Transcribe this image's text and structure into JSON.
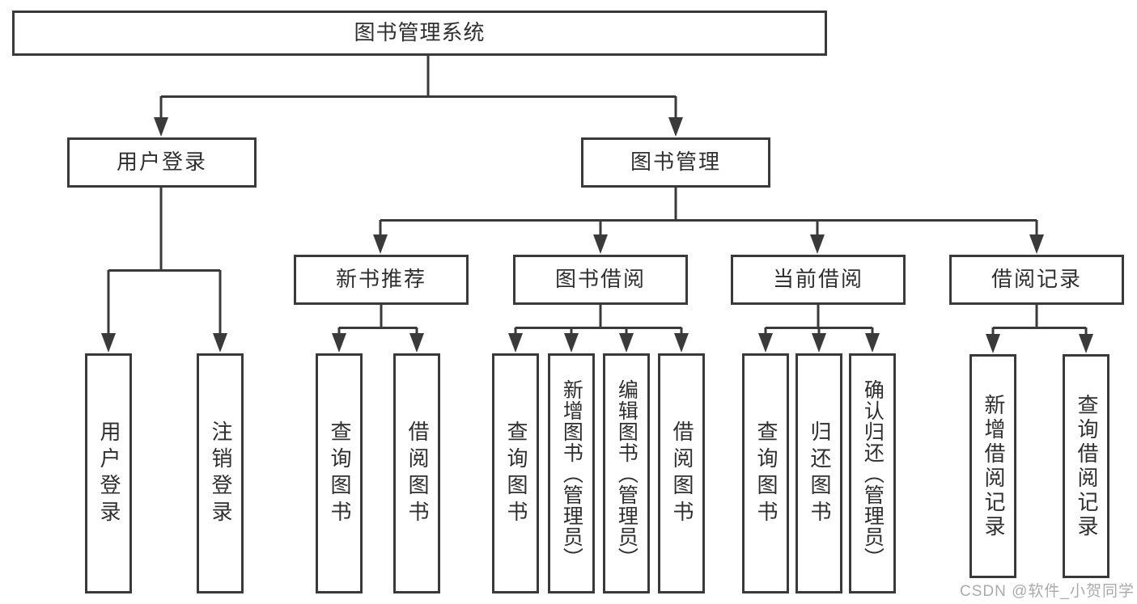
{
  "colors": {
    "line": "#3a3a3a",
    "box_border": "#3a3a3a",
    "text": "#2f2f2f",
    "background": "#ffffff",
    "watermark": "#9e9e9e"
  },
  "diagram": {
    "root": {
      "label": "图书管理系统"
    },
    "branches": [
      {
        "label": "用户登录",
        "children": [
          "用户登录",
          "注销登录"
        ]
      },
      {
        "label": "图书管理",
        "sections": [
          {
            "label": "新书推荐",
            "children": [
              "查询图书",
              "借阅图书"
            ]
          },
          {
            "label": "图书借阅",
            "children": [
              "查询图书",
              "新增图书（管理员）",
              "编辑图书（管理员）",
              "借阅图书"
            ]
          },
          {
            "label": "当前借阅",
            "children": [
              "查询图书",
              "归还图书",
              "确认归还（管理员）"
            ]
          },
          {
            "label": "借阅记录",
            "children": [
              "新增借阅记录",
              "查询借阅记录"
            ]
          }
        ]
      }
    ]
  },
  "watermark": {
    "text": "CSDN @软件_小贺同学"
  }
}
